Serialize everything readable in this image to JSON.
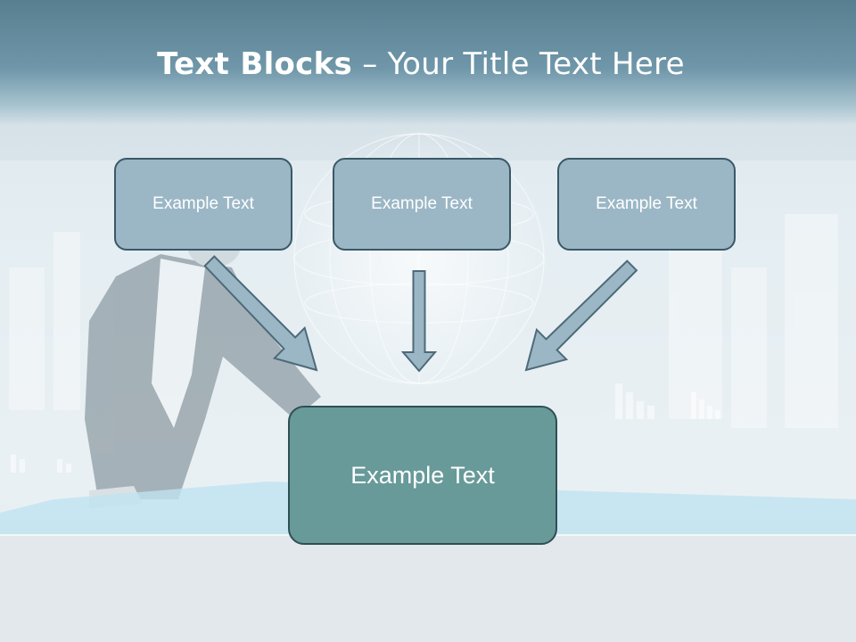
{
  "title": {
    "bold_part": "Text Blocks",
    "separator": " – ",
    "regular_part": "Your Title Text Here"
  },
  "blocks": {
    "top_left": "Example Text",
    "top_center": "Example Text",
    "top_right": "Example Text",
    "main": "Example Text"
  },
  "colors": {
    "title_band": "#6f97a9",
    "small_box_fill": "#9bb7c6",
    "small_box_border": "#3b5866",
    "main_box_fill": "#679a99",
    "main_box_border": "#2f4f56",
    "arrow_fill": "#9bb7c6",
    "arrow_stroke": "#4d6a78"
  },
  "background_image": "businesswoman-touching-holographic-globe-display"
}
